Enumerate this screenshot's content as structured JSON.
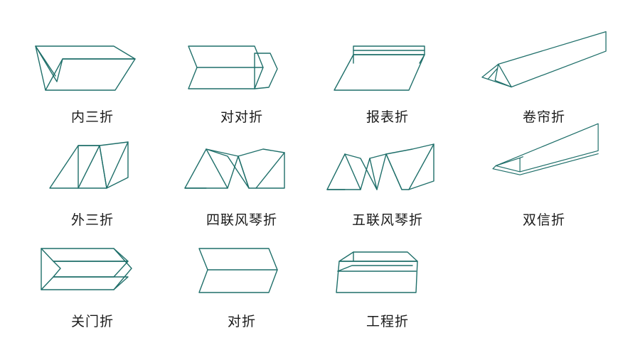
{
  "folds": [
    {
      "id": "inner-tri",
      "label": "内三折",
      "icon": "inner-tri-fold-icon"
    },
    {
      "id": "double-parallel",
      "label": "对对折",
      "icon": "double-parallel-fold-icon"
    },
    {
      "id": "newspaper",
      "label": "报表折",
      "icon": "newspaper-fold-icon"
    },
    {
      "id": "roll",
      "label": "卷帘折",
      "icon": "roll-fold-icon"
    },
    {
      "id": "outer-tri",
      "label": "外三折",
      "icon": "outer-tri-fold-icon"
    },
    {
      "id": "accordion-4",
      "label": "四联风琴折",
      "icon": "accordion-4-fold-icon"
    },
    {
      "id": "accordion-5",
      "label": "五联风琴折",
      "icon": "accordion-5-fold-icon"
    },
    {
      "id": "double-letter",
      "label": "双信折",
      "icon": "double-letter-fold-icon"
    },
    {
      "id": "gate",
      "label": "关门折",
      "icon": "gate-fold-icon"
    },
    {
      "id": "half",
      "label": "对折",
      "icon": "half-fold-icon"
    },
    {
      "id": "engineering",
      "label": "工程折",
      "icon": "engineering-fold-icon"
    }
  ],
  "colors": {
    "line": "#1f6f6a",
    "text": "#1a1a1a",
    "background": "#ffffff"
  }
}
